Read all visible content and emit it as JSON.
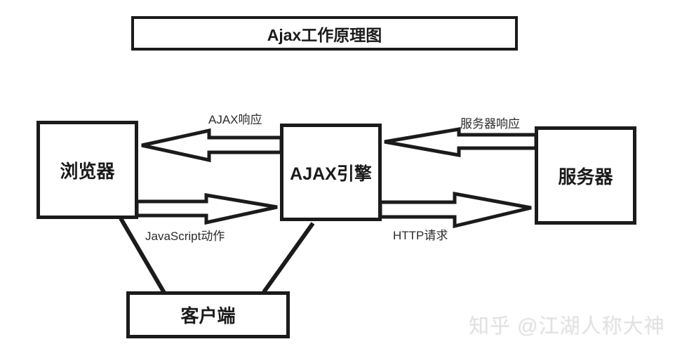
{
  "title": "Ajax工作原理图",
  "nodes": {
    "browser": "浏览器",
    "engine": "AJAX引擎",
    "server": "服务器",
    "client": "客户端"
  },
  "edges": {
    "ajax_response": "AJAX响应",
    "server_response": "服务器响应",
    "javascript_action": "JavaScript动作",
    "http_request": "HTTP请求"
  },
  "watermark": "知乎 @江湖人称大神",
  "colors": {
    "stroke": "#1b1b1b",
    "background": "#ffffff",
    "watermark": "#e2e2e2"
  }
}
